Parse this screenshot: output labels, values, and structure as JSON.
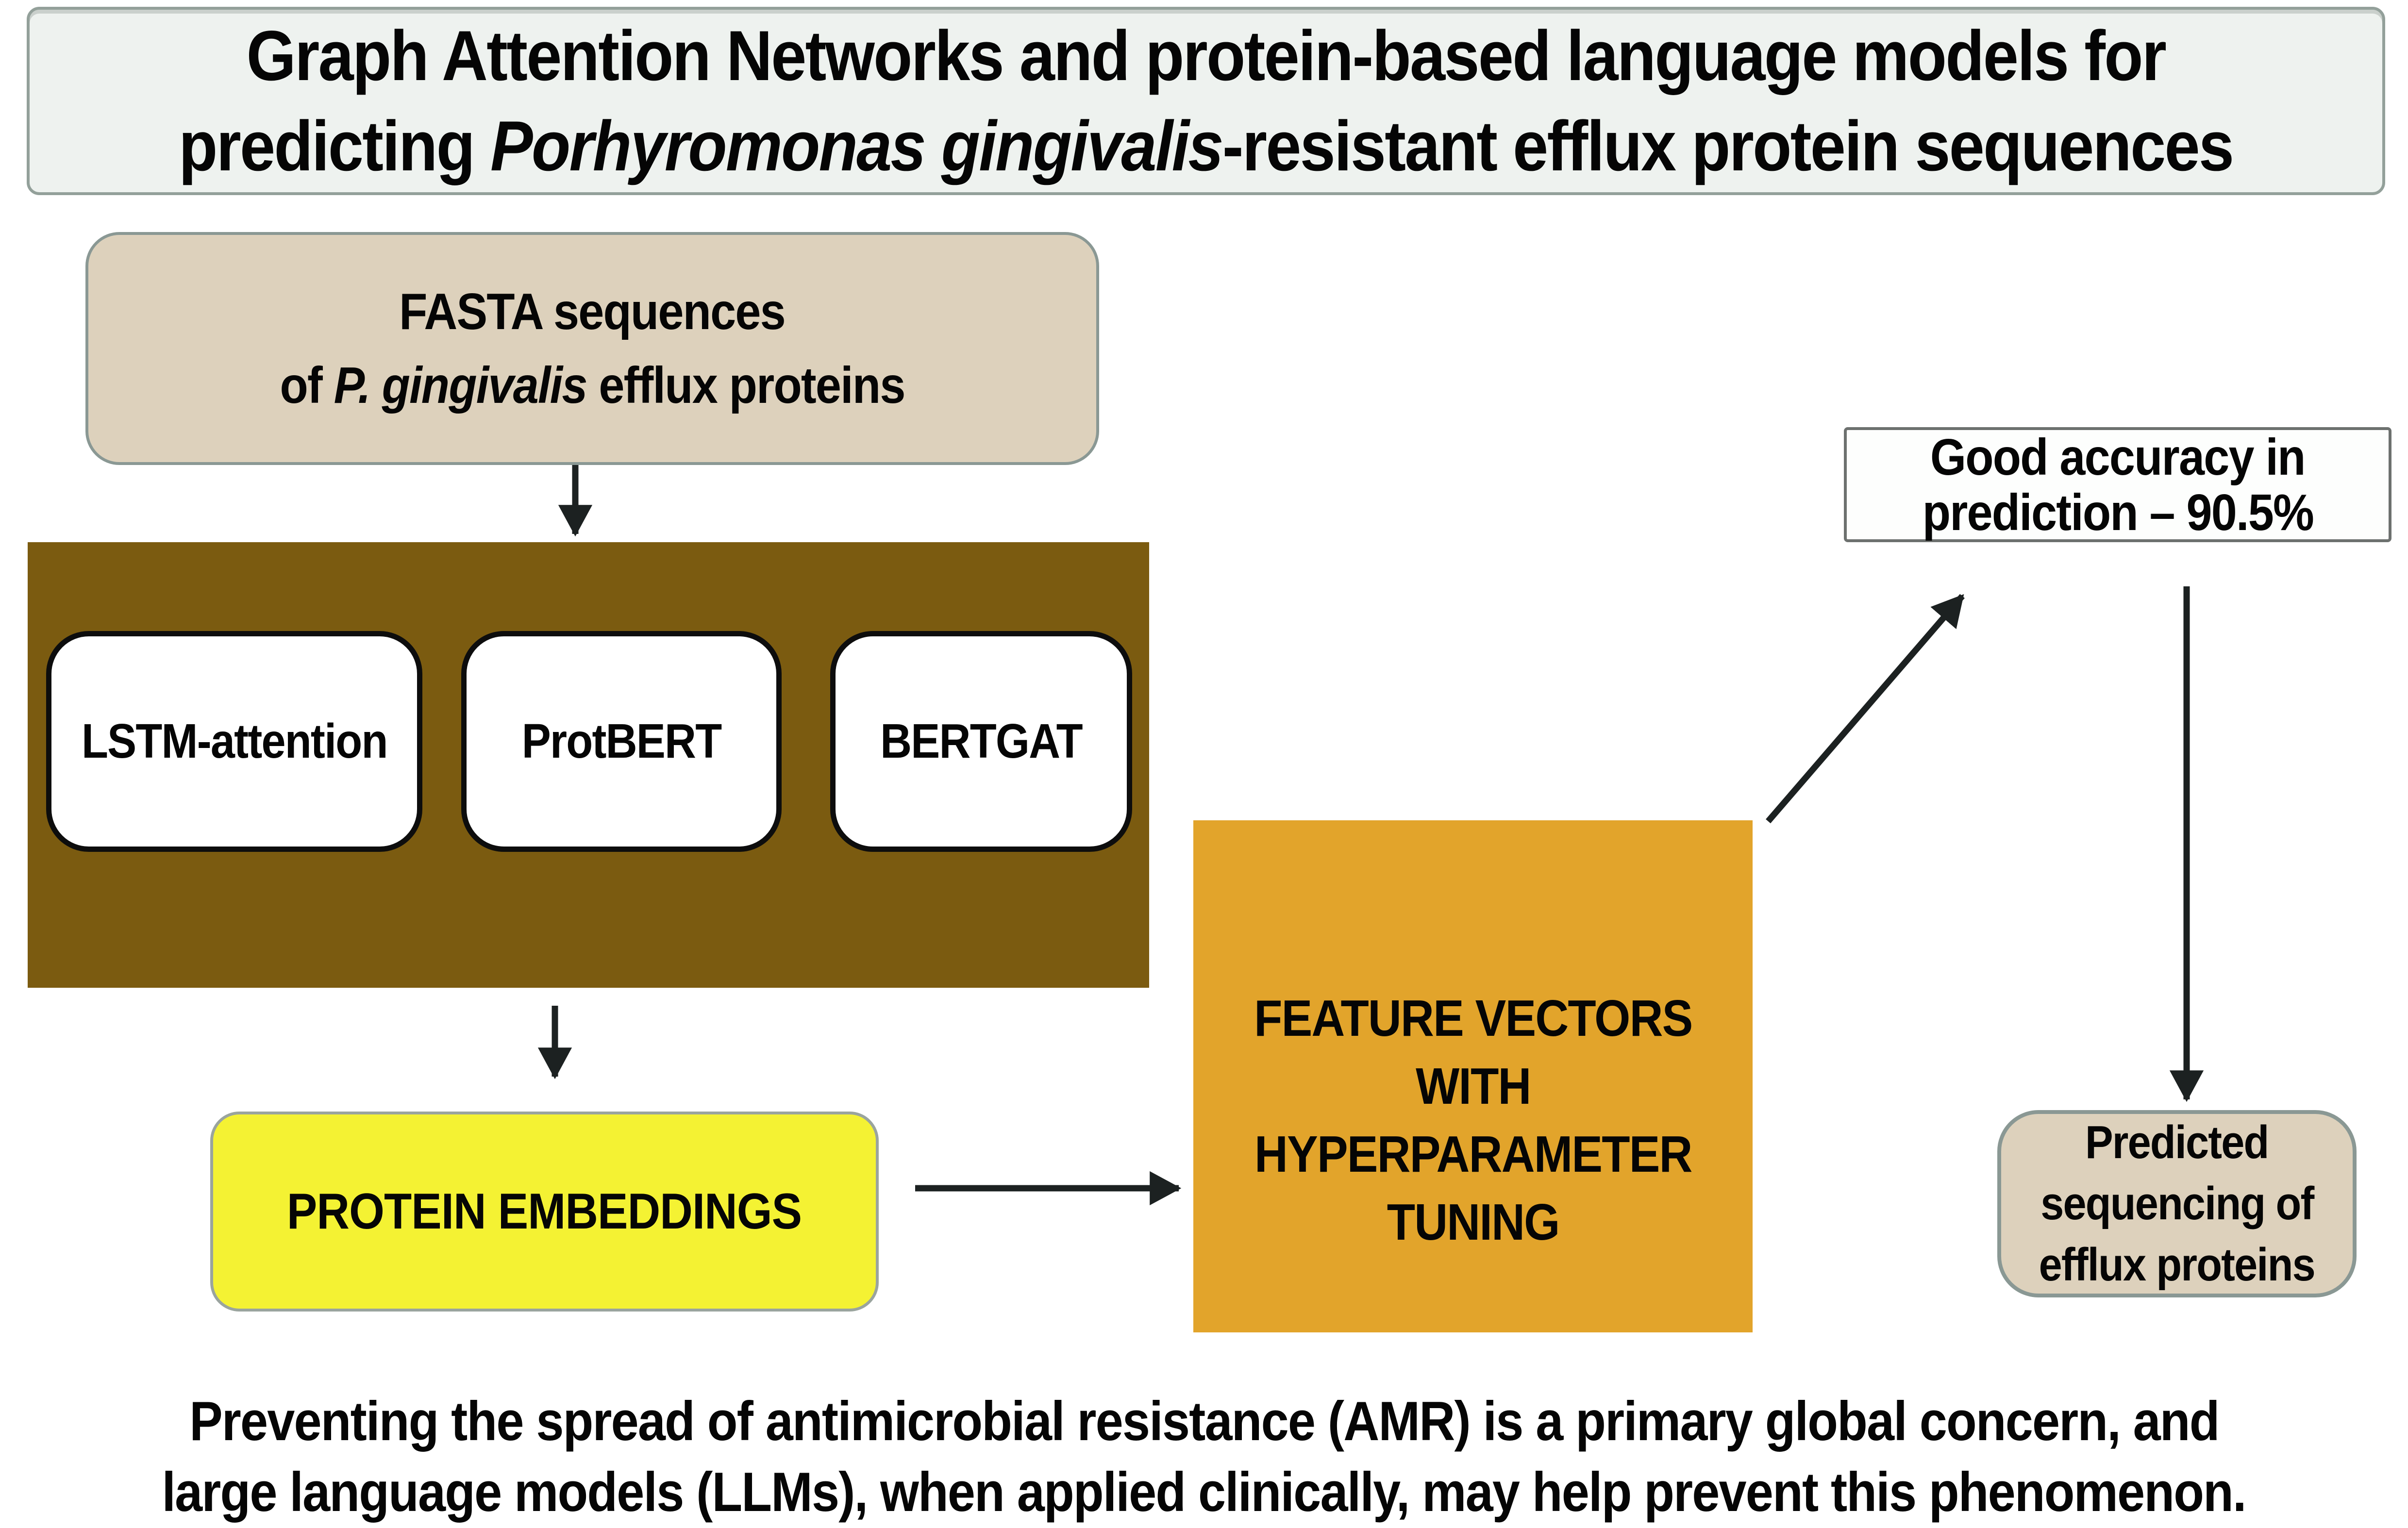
{
  "title": {
    "line1": "Graph Attention Networks and protein-based language models for",
    "line2_pre": "predicting ",
    "line2_italic": "Porhyromonas gingivalis",
    "line2_post": "-resistant efflux protein sequences"
  },
  "fasta_box": {
    "line1": "FASTA sequences",
    "line2_pre": "of ",
    "line2_italic": "P. gingivalis",
    "line2_post": " efflux proteins"
  },
  "models": [
    {
      "label": "LSTM-attention"
    },
    {
      "label": "ProtBERT"
    },
    {
      "label": "BERTGAT"
    }
  ],
  "embeddings_box": {
    "label": "PROTEIN EMBEDDINGS"
  },
  "feature_box": {
    "line1": "FEATURE VECTORS",
    "line2": "WITH",
    "line3": "HYPERPARAMETER",
    "line4": "TUNING"
  },
  "accuracy_box": {
    "line1": "Good accuracy in",
    "line2": "prediction – 90.5%"
  },
  "predicted_box": {
    "line1": "Predicted",
    "line2": "sequencing of",
    "line3": "efflux proteins"
  },
  "caption": {
    "line1": "Preventing the spread of antimicrobial resistance (AMR) is a primary global concern, and",
    "line2": "large language models (LLMs), when applied clinically, may help prevent this phenomenon."
  },
  "colors": {
    "page_bg": "#ffffff",
    "text": "#050505",
    "title_bg": "#eef2ef",
    "title_border": "#93a09a",
    "tan_bg": "#ddd1bc",
    "tan_border": "#8a9894",
    "brown_bg": "#7b5b10",
    "model_box_bg": "#ffffff",
    "model_box_border": "#0d0d0d",
    "yellow_bg": "#f4f233",
    "yellow_border": "#9aa49e",
    "orange_bg": "#e2a42b",
    "accuracy_bg": "#fdfefd",
    "accuracy_border": "#6d716f",
    "arrow": "#1c2121"
  }
}
